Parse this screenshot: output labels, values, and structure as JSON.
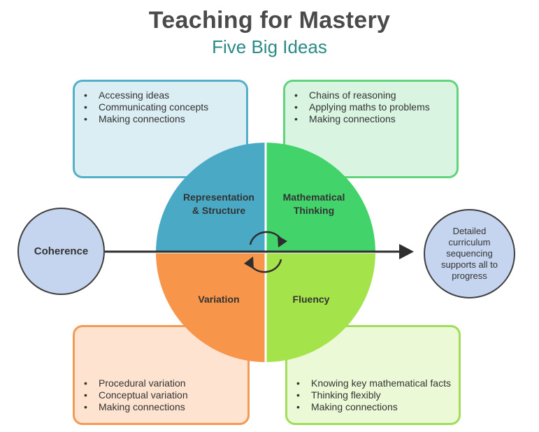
{
  "header": {
    "title": "Teaching for Mastery",
    "subtitle": "Five Big Ideas"
  },
  "boxes": {
    "top_left": [
      "Accessing ideas",
      "Communicating concepts",
      "Making connections"
    ],
    "top_right": [
      "Chains of reasoning",
      "Applying maths to problems",
      "Making connections"
    ],
    "bottom_left": [
      "Procedural variation",
      "Conceptual variation",
      "Making connections"
    ],
    "bottom_right": [
      "Knowing key mathematical facts",
      "Thinking flexibly",
      "Making connections"
    ]
  },
  "quadrants": {
    "top_left": {
      "line1": "Representation",
      "line2": "& Structure",
      "color": "#4aaac6"
    },
    "top_right": {
      "line1": "Mathematical",
      "line2": "Thinking",
      "color": "#43d36b"
    },
    "bottom_left": {
      "label": "Variation",
      "color": "#f7954a"
    },
    "bottom_right": {
      "label": "Fluency",
      "color": "#a4e349"
    }
  },
  "coherence": {
    "label": "Coherence"
  },
  "outcome": {
    "label": "Detailed curriculum sequencing supports all to progress"
  },
  "colors": {
    "arrow": "#2e2e2e",
    "side_circle_fill": "#c6d5ef",
    "title": "#4a4a4a",
    "subtitle": "#2b8a86"
  },
  "icons": {
    "center": "cycle-arrows-icon",
    "axis": "arrow-right-icon"
  }
}
